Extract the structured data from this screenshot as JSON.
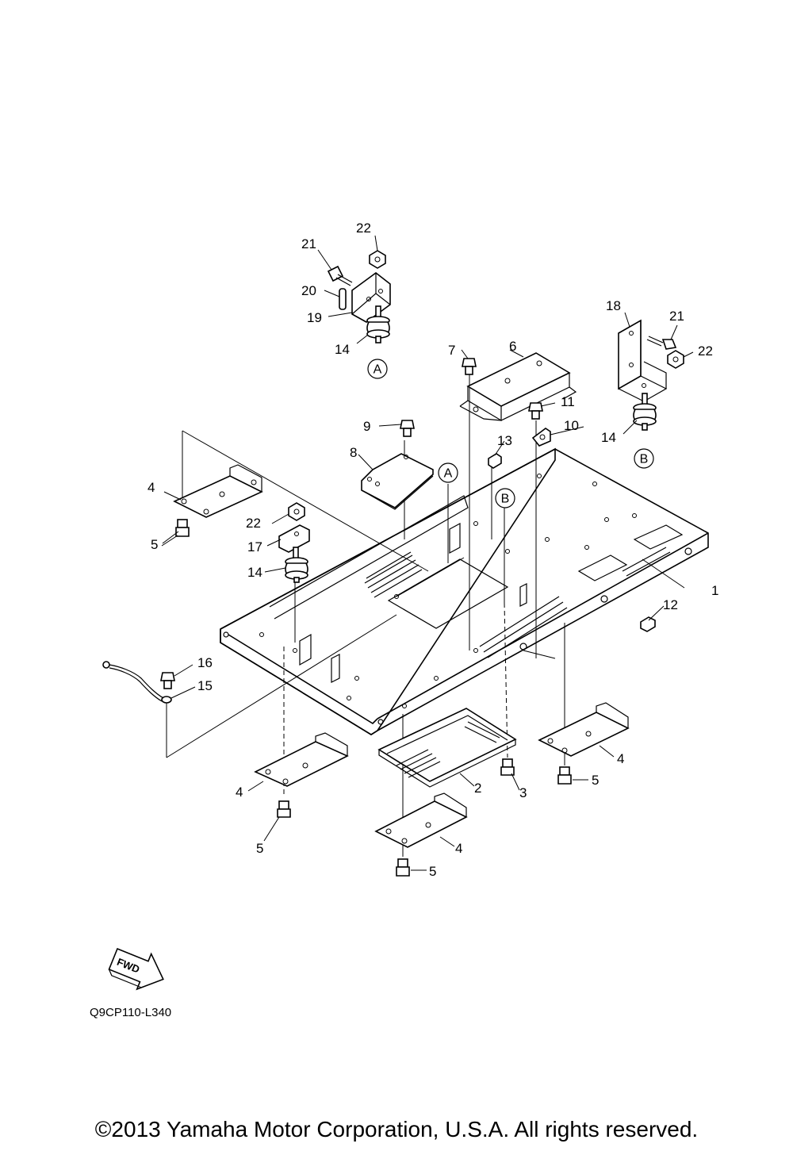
{
  "diagram": {
    "code": "Q9CP110-L340",
    "fwd_label": "FWD",
    "copyright": "©2013 Yamaha Motor Corporation, U.S.A. All rights reserved.",
    "refs": {
      "a": "A",
      "b": "B"
    },
    "callouts": [
      "1",
      "2",
      "3",
      "4",
      "5",
      "6",
      "7",
      "8",
      "9",
      "10",
      "11",
      "12",
      "13",
      "14",
      "15",
      "16",
      "17",
      "18",
      "19",
      "20",
      "21",
      "22"
    ]
  }
}
